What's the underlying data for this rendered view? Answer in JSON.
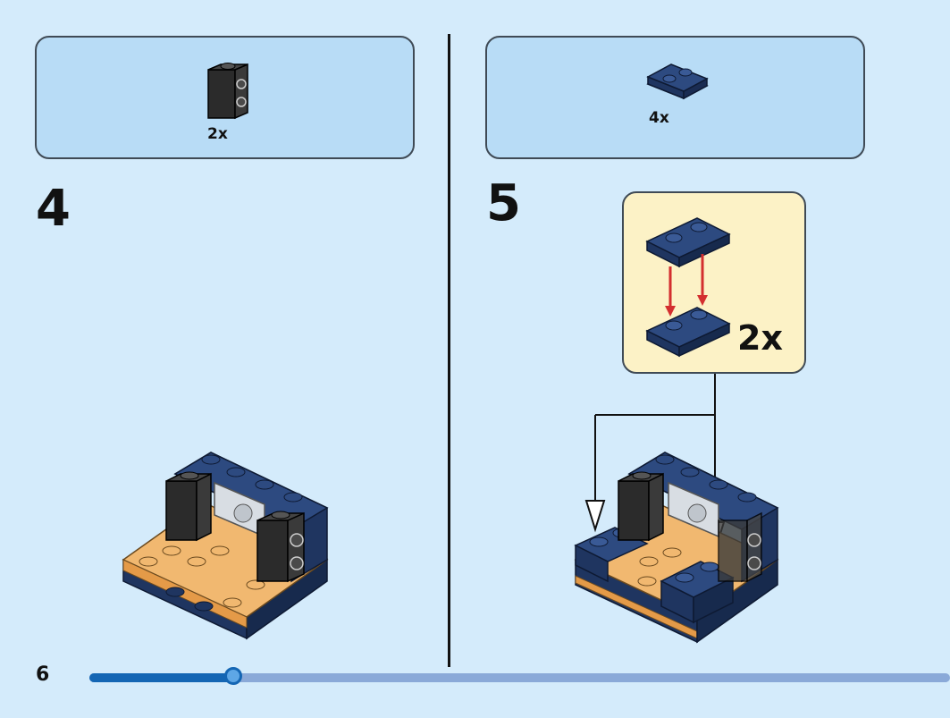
{
  "steps": [
    {
      "number": "4",
      "parts": [
        {
          "part": "black-1x1-brick-with-side-studs",
          "qty": "2x"
        }
      ]
    },
    {
      "number": "5",
      "parts": [
        {
          "part": "dark-blue-1x2-plate",
          "qty": "4x"
        }
      ],
      "callout": {
        "qty": "2x"
      }
    }
  ],
  "footer": {
    "page_number": "6",
    "progress": 0.167
  },
  "colors": {
    "background": "#d4ebfb",
    "parts_box": "#b8dcf6",
    "callout_box": "#fcf2c6",
    "dark_blue": "#1f3560",
    "black_brick": "#2b2b2b",
    "tan": "#e8a85e",
    "arrow_red": "#d32f2f",
    "progress": "#1466b4"
  }
}
